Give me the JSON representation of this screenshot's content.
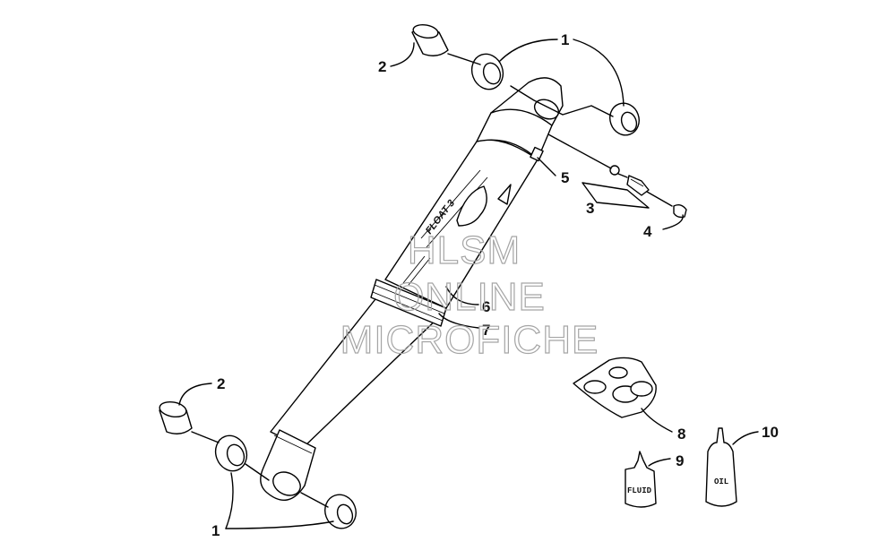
{
  "diagram": {
    "watermark": {
      "line1": "HLSM",
      "line2": "ONLINE",
      "line3": "MICROFICHE"
    },
    "callouts": {
      "c1_top": "1",
      "c2_top": "2",
      "c3": "3",
      "c4": "4",
      "c5": "5",
      "c6": "6",
      "c7": "7",
      "c8": "8",
      "c9": "9",
      "c10": "10",
      "c2_bottom": "2",
      "c1_bottom": "1"
    },
    "part_text": {
      "fluid_bottle": "FLUID",
      "oil_bottle": "OIL",
      "decal_model": "FLOAT 3"
    }
  }
}
